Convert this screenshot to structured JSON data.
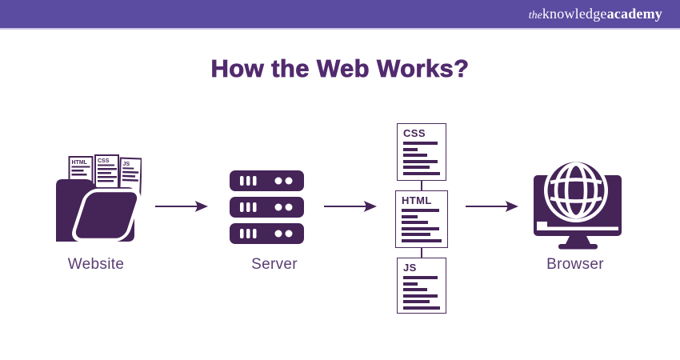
{
  "header": {
    "logo": {
      "the": "the",
      "knowledge": "knowledge",
      "academy": "academy"
    },
    "bar_color": "#5b4ba1"
  },
  "title": "How the Web Works?",
  "colors": {
    "primary_icon_purple": "#452458",
    "title_purple": "#522a6e",
    "label_purple": "#5a3c74",
    "header_bar_purple": "#5b4ba1",
    "header_bottom_line": "#cdc6e6"
  },
  "diagram": {
    "website": {
      "label": "Website",
      "icon": "folder-with-files-icon",
      "folder_files": [
        "HTML",
        "CSS",
        "JS"
      ]
    },
    "server": {
      "label": "Server",
      "icon": "server-rack-icon"
    },
    "file_stack": {
      "files": [
        {
          "label": "CSS"
        },
        {
          "label": "HTML"
        },
        {
          "label": "JS"
        }
      ]
    },
    "browser": {
      "label": "Browser",
      "icon": "monitor-globe-icon"
    },
    "arrow_count": 3
  }
}
